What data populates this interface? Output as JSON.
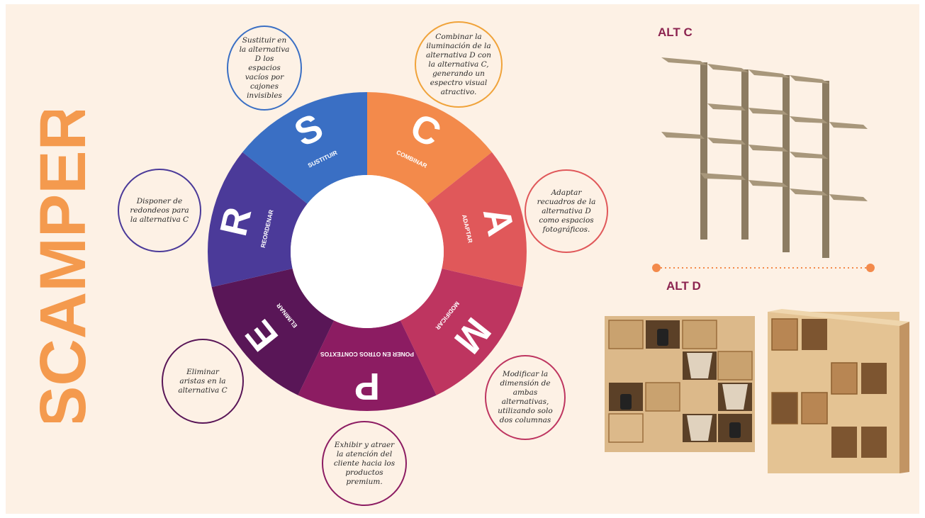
{
  "title": "SCAMPER",
  "wheel": {
    "segments": [
      {
        "letter": "S",
        "label": "SUSTITUIR",
        "color": "#3a6fc4"
      },
      {
        "letter": "C",
        "label": "COMBINAR",
        "color": "#f38a4b"
      },
      {
        "letter": "A",
        "label": "ADAPTAR",
        "color": "#e0585a"
      },
      {
        "letter": "M",
        "label": "MODIFICAR",
        "color": "#be3560"
      },
      {
        "letter": "P",
        "label": "PONER EN OTROS CONTEXTOS",
        "color": "#8c1c62"
      },
      {
        "letter": "E",
        "label": "ELIMINAR",
        "color": "#591657"
      },
      {
        "letter": "R",
        "label": "REORDENAR",
        "color": "#4b3a99"
      }
    ]
  },
  "bubbles": {
    "s": {
      "text": "Sustituir en la alternativa D los espacios vacíos por cajones invisibles",
      "color": "#3a6fc4"
    },
    "c": {
      "text": "Combinar la iluminación de la alternativa D con la alternativa C, generando un espectro visual atractivo.",
      "color": "#f0a33a"
    },
    "a": {
      "text": "Adaptar recuadros de la alternativa D como espacios fotográficos.",
      "color": "#e0585a"
    },
    "m": {
      "text": "Modificar la dimensión de ambas alternativas, utilizando solo dos columnas",
      "color": "#be3560"
    },
    "p": {
      "text": "Exhibir y atraer la atención del cliente hacia los productos premium.",
      "color": "#8c1c62"
    },
    "e": {
      "text": "Eliminar aristas en la alternativa C",
      "color": "#591657"
    },
    "r": {
      "text": "Disponer de redondeos para la alternativa C",
      "color": "#4b3a99"
    }
  },
  "alternatives": {
    "c_label": "ALT C",
    "d_label": "ALT D"
  },
  "colors": {
    "background": "#fdf1e5",
    "title": "#f49a4e",
    "accent": "#8c2450",
    "divider": "#f38a4b"
  }
}
